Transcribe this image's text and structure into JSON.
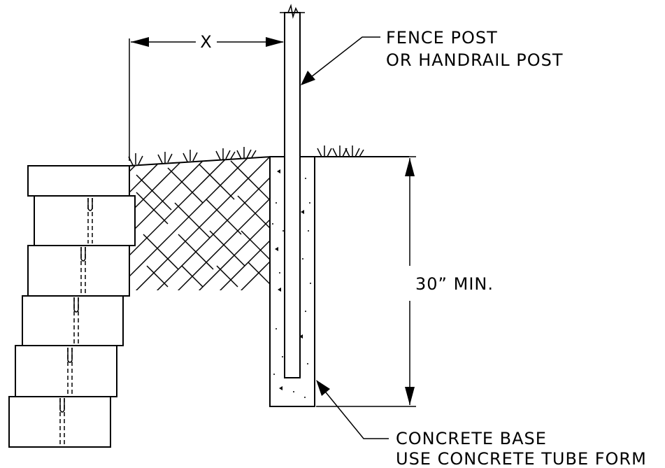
{
  "labels": {
    "fence_post_line1": "FENCE POST",
    "fence_post_line2": "OR HANDRAIL POST",
    "dimension_x": "X",
    "depth": "30” MIN.",
    "concrete_line1": "CONCRETE BASE",
    "concrete_line2": "USE CONCRETE TUBE FORM"
  }
}
